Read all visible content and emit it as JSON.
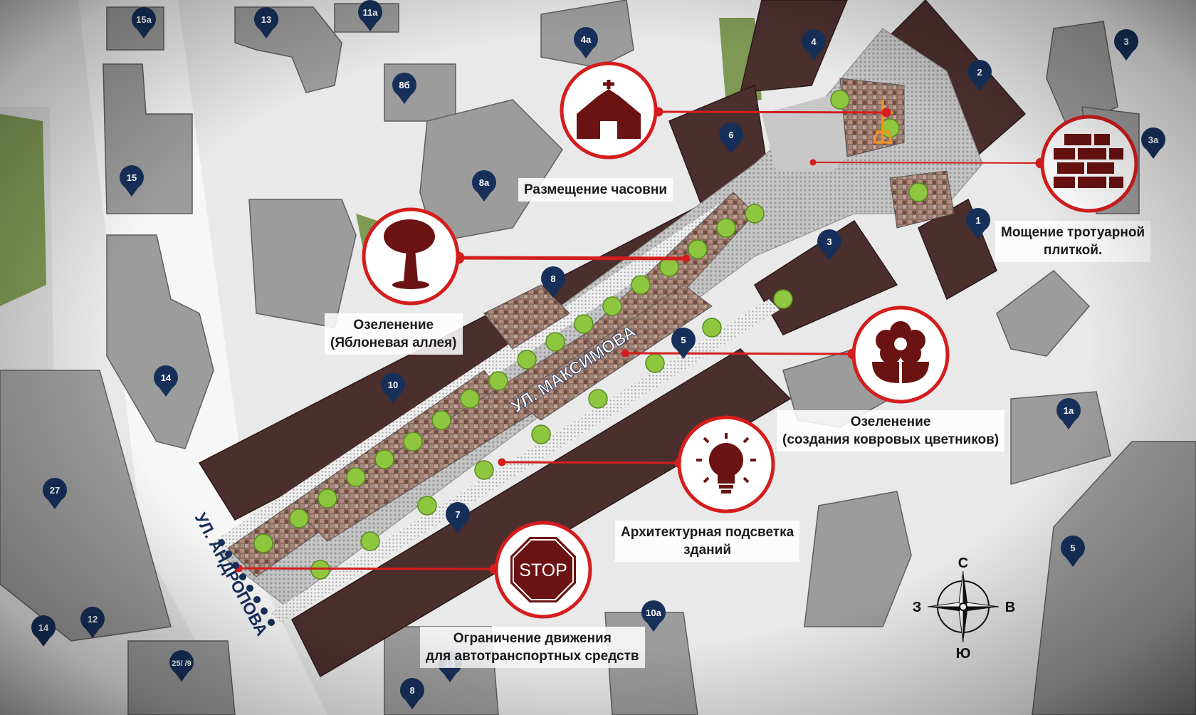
{
  "colors": {
    "ground": "#e9e9e9",
    "gray_building": "#9c9c9c",
    "brown_building": "#4b2f2d",
    "pin": "#17305a",
    "accent_red": "#d41d1d",
    "icon_dark_red": "#6b1212",
    "planting": "#8ec63f",
    "paving": "#bcbcbc",
    "lawn": "#7f9a55"
  },
  "map": {
    "streets": [
      {
        "name": "УЛ. МАКСИМОВА"
      },
      {
        "name": "УЛ. АНДРОПОВА"
      }
    ],
    "house_numbers": [
      "15а",
      "13",
      "11а",
      "4а",
      "8б",
      "4",
      "3",
      "2",
      "6",
      "3а",
      "15",
      "8а",
      "1",
      "3",
      "8",
      "14",
      "10",
      "5",
      "1а",
      "27",
      "7",
      "5",
      "14",
      "12",
      "10а",
      "25/\n/9",
      "10",
      "8"
    ],
    "compass": {
      "n": "С",
      "s": "Ю",
      "w": "З",
      "e": "В"
    }
  },
  "features": [
    {
      "id": "chapel",
      "icon": "chapel-icon",
      "label": "Размещение часовни"
    },
    {
      "id": "paving",
      "icon": "bricks-icon",
      "label_lines": [
        "Мощение тротуарной",
        "плиткой."
      ]
    },
    {
      "id": "apple-alley",
      "icon": "tree-icon",
      "label_lines": [
        "Озеленение",
        "(Яблоневая аллея)"
      ]
    },
    {
      "id": "flowerbeds",
      "icon": "flower-icon",
      "label_lines": [
        "Озеленение",
        "(создания ковровых цветников)"
      ]
    },
    {
      "id": "lighting",
      "icon": "lightbulb-icon",
      "label_lines": [
        "Архитектурная подсветка",
        "зданий"
      ]
    },
    {
      "id": "traffic",
      "icon": "stop-sign-icon",
      "sign_text": "STOP",
      "label_lines": [
        "Ограничение движения",
        "для автотранспортных средств"
      ]
    }
  ]
}
